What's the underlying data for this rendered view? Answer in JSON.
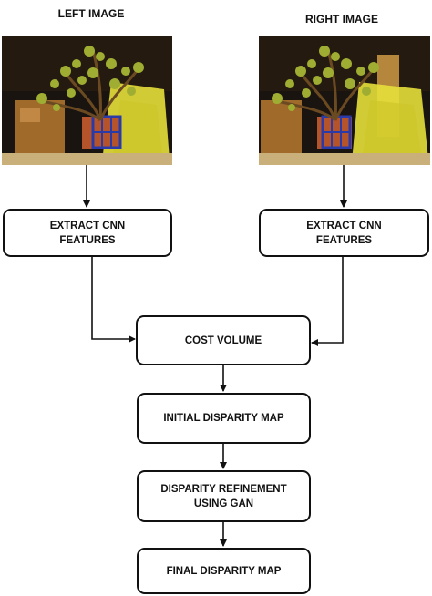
{
  "left_image": {
    "title": "LEFT IMAGE"
  },
  "right_image": {
    "title": "RIGHT IMAGE"
  },
  "steps": {
    "extract_left": "EXTRACT CNN\nFEATURES",
    "extract_right": "EXTRACT CNN\nFEATURES",
    "cost_volume": "COST VOLUME",
    "initial_map": "INITIAL DISPARITY MAP",
    "refinement": "DISPARITY REFINEMENT\nUSING GAN",
    "final_map": "FINAL DISPARITY MAP"
  },
  "colors": {
    "line": "#111111",
    "box_border": "#111111",
    "background": "#ffffff"
  }
}
